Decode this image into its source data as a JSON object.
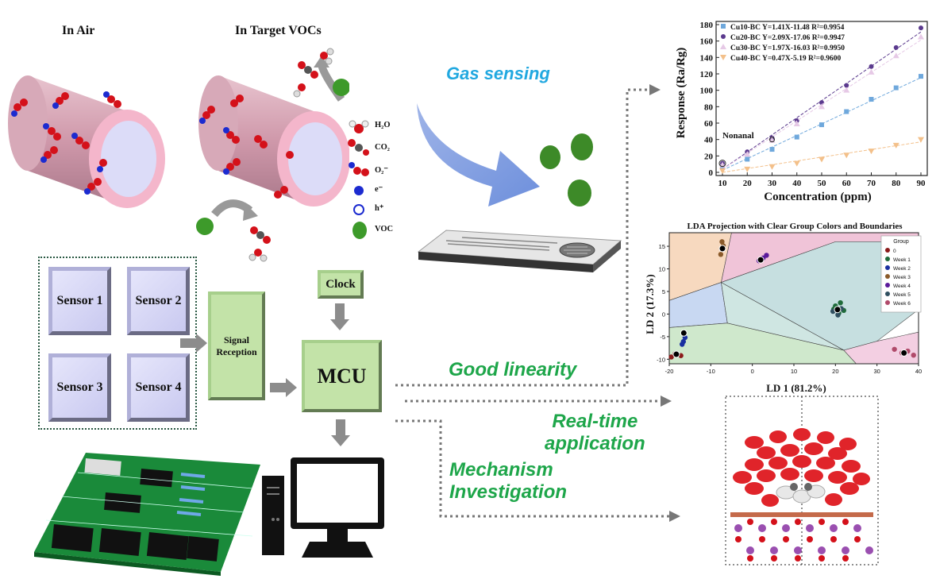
{
  "headers": {
    "in_air": "In Air",
    "in_target": "In Target VOCs"
  },
  "species_legend": [
    {
      "label": "H₂O",
      "icon": "h2o-molecule-icon"
    },
    {
      "label": "CO₂",
      "icon": "co2-molecule-icon"
    },
    {
      "label": "O₂⁻",
      "icon": "o2-ion-icon"
    },
    {
      "label": "e⁻",
      "icon": "electron-icon"
    },
    {
      "label": "h⁺",
      "icon": "hole-icon"
    },
    {
      "label": "VOC",
      "icon": "voc-sphere-icon"
    }
  ],
  "labels": {
    "gas_sensing": "Gas sensing",
    "good_linearity": "Good linearity",
    "realtime_1": "Real-time",
    "realtime_2": "application",
    "mechanism_1": "Mechanism",
    "mechanism_2": "Investigation"
  },
  "circuit": {
    "sensors": [
      "Sensor 1",
      "Sensor 2",
      "Sensor 3",
      "Sensor 4"
    ],
    "signal": "Signal Reception",
    "clock": "Clock",
    "mcu": "MCU"
  },
  "colors": {
    "tube": "#d9a3b4",
    "tube_end": "#f5b8cc",
    "tube_core": "#dcdcf8",
    "oxygen": "#d4111a",
    "electron": "#1c2bd0",
    "voc": "#3d9a2a",
    "accent_green": "#1ea64a",
    "accent_blue": "#21a8e0"
  },
  "chart_data": [
    {
      "type": "scatter",
      "xlabel": "Concentration (ppm)",
      "ylabel": "Response (Ra/Rg)",
      "xlim": [
        10,
        90
      ],
      "ylim": [
        0,
        180
      ],
      "xticks": [
        10,
        20,
        30,
        40,
        50,
        60,
        70,
        80,
        90
      ],
      "yticks": [
        0,
        20,
        40,
        60,
        80,
        100,
        120,
        140,
        160,
        180
      ],
      "annotation": "Nonanal",
      "legend_position": "top-left",
      "series": [
        {
          "name": "Cu10-BC Y=1.41X-11.48 R²=0.9954",
          "color": "#6fa8dc",
          "marker": "square",
          "slope": 1.41,
          "intercept": -11.48,
          "x": [
            10,
            20,
            30,
            40,
            50,
            60,
            70,
            80,
            90
          ],
          "y": [
            6,
            16,
            28,
            43,
            58,
            74,
            89,
            103,
            117
          ]
        },
        {
          "name": "Cu20-BC Y=2.09X-17.06 R²=0.9947",
          "color": "#5b3a8e",
          "marker": "circle",
          "slope": 2.09,
          "intercept": -17.06,
          "x": [
            10,
            20,
            30,
            40,
            50,
            60,
            70,
            80,
            90
          ],
          "y": [
            11,
            25,
            42,
            63,
            85,
            106,
            129,
            152,
            176
          ]
        },
        {
          "name": "Cu30-BC Y=1.97X-16.03 R²=0.9950",
          "color": "#e6c9e6",
          "marker": "triangle-up",
          "slope": 1.97,
          "intercept": -16.03,
          "x": [
            10,
            20,
            30,
            40,
            50,
            60,
            70,
            80,
            90
          ],
          "y": [
            9,
            22,
            39,
            59,
            80,
            100,
            122,
            142,
            165
          ]
        },
        {
          "name": "Cu40-BC Y=0.47X-5.19 R²=0.9600",
          "color": "#f3c08a",
          "marker": "triangle-down",
          "slope": 0.47,
          "intercept": -5.19,
          "x": [
            10,
            20,
            30,
            40,
            50,
            60,
            70,
            80,
            90
          ],
          "y": [
            2,
            4,
            7,
            11,
            16,
            21,
            26,
            33,
            40
          ]
        }
      ]
    },
    {
      "type": "scatter",
      "title": "LDA Projection with Clear Group Colors and Boundaries",
      "xlabel": "LD 1 (81.2%)",
      "ylabel": "LD 2 (17.3%)",
      "xlim": [
        -20,
        40
      ],
      "ylim": [
        -11,
        18
      ],
      "xticks": [
        -20,
        -10,
        0,
        10,
        20,
        30,
        40
      ],
      "yticks": [
        -10,
        -5,
        0,
        5,
        10,
        15
      ],
      "legend_title": "Group",
      "legend_position": "right",
      "series": [
        {
          "name": "0",
          "color": "#8b1a1a",
          "x": [
            -19.5,
            -18.6,
            -17.2
          ],
          "y": [
            -9.5,
            -8.8,
            -9.2
          ]
        },
        {
          "name": "Week 1",
          "color": "#1f6b3a",
          "x": [
            20,
            21.2,
            19.6,
            22,
            20.8
          ],
          "y": [
            1.8,
            2.5,
            1.1,
            0.8,
            0.2
          ]
        },
        {
          "name": "Week 2",
          "color": "#1a2fa0",
          "x": [
            -16.6,
            -16.2,
            -16.9
          ],
          "y": [
            -6.1,
            -5.2,
            -6.7
          ]
        },
        {
          "name": "Week 3",
          "color": "#8a5a2a",
          "x": [
            -7.3,
            -7,
            -7.6
          ],
          "y": [
            16,
            15.1,
            13.2
          ]
        },
        {
          "name": "Week 4",
          "color": "#5a1a9a",
          "x": [
            1.6,
            2.6,
            3.4
          ],
          "y": [
            11.8,
            12.4,
            13
          ]
        },
        {
          "name": "Week 5",
          "color": "#2f4f5f",
          "x": [
            19.4,
            20.6,
            21.4
          ],
          "y": [
            0.6,
            -0.2,
            1.2
          ]
        },
        {
          "name": "Week 6",
          "color": "#b04a6a",
          "x": [
            34.2,
            36,
            37.4,
            38.8
          ],
          "y": [
            -7.8,
            -8.6,
            -8.2,
            -9.1
          ]
        }
      ]
    }
  ]
}
